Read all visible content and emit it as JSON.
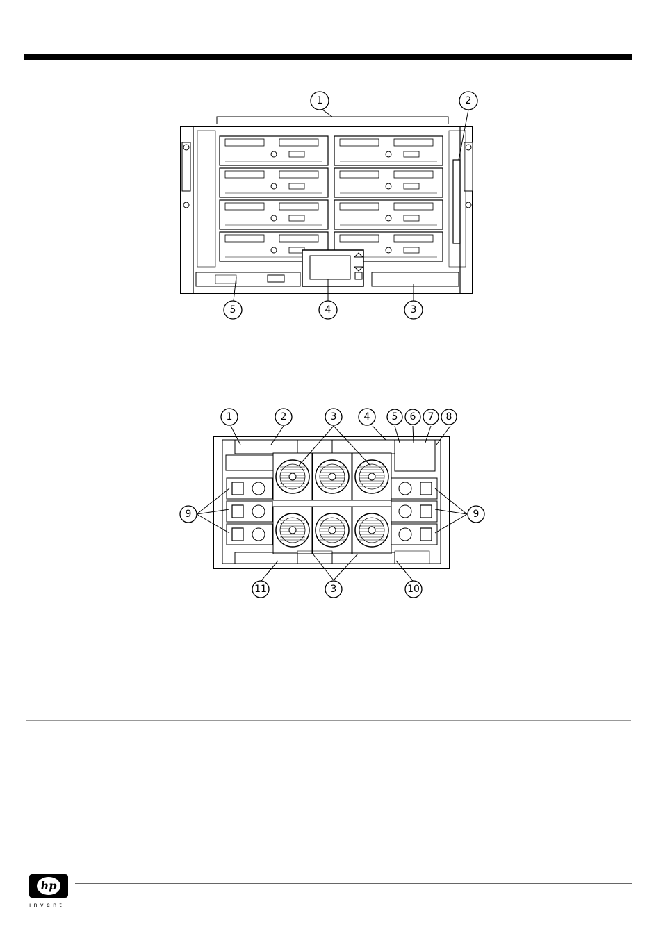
{
  "front_figure": {
    "callouts": [
      "1",
      "2",
      "3",
      "4",
      "5"
    ]
  },
  "rear_figure": {
    "callouts": [
      "1",
      "2",
      "3",
      "4",
      "5",
      "6",
      "7",
      "8",
      "9",
      "9",
      "10",
      "11",
      "3"
    ]
  },
  "footer": {
    "logo_text": "hp",
    "tagline": "invent"
  }
}
